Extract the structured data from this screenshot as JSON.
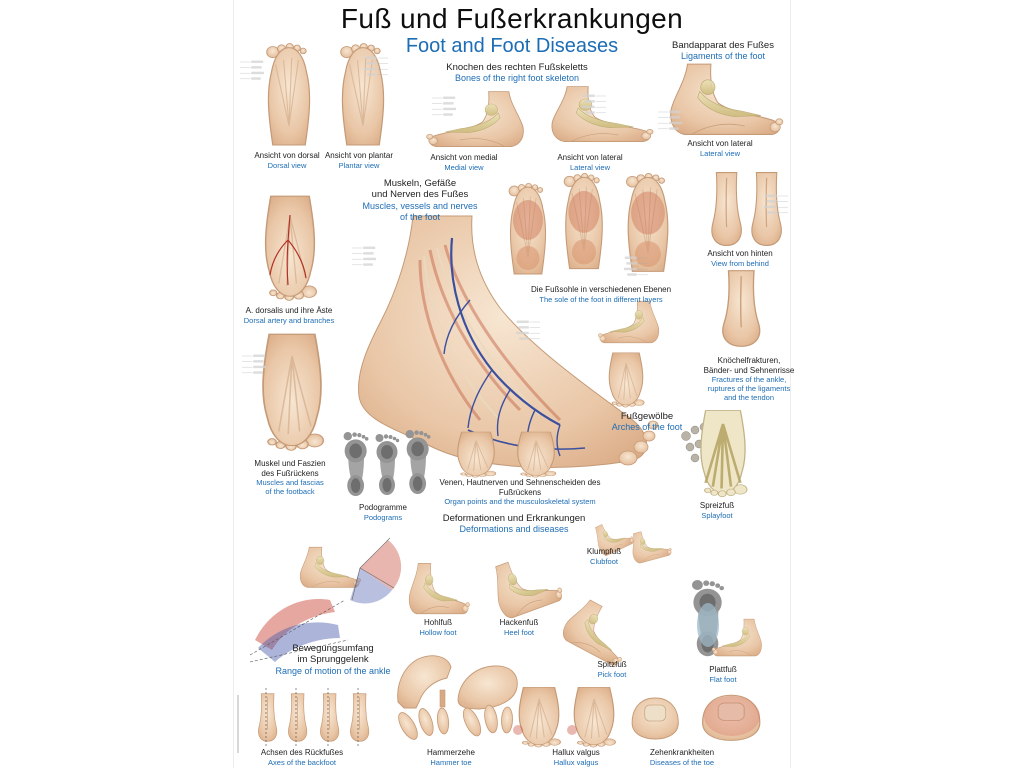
{
  "poster": {
    "title": {
      "de": "Fuß und Fußerkrankungen",
      "en": "Foot and Foot Diseases"
    },
    "colors": {
      "german_text": "#1e1e1e",
      "english_text": "#1d6db5",
      "skin": "#e9c6a6",
      "bone": "#d6c98e",
      "artery_red": "#b23125",
      "vein_blue": "#3c4f9f",
      "muscle_red": "#c05a3e",
      "podogram_gray": "#949494",
      "background": "#ffffff"
    },
    "sections": {
      "ligaments": {
        "de": "Bandapparat des Fußes",
        "en": "Ligaments of the foot"
      },
      "bones": {
        "de": "Knochen des rechten Fußskeletts",
        "en": "Bones of the right foot skeleton"
      },
      "dorsal_view": {
        "de": "Ansicht von dorsal",
        "en": "Dorsal view"
      },
      "plantar_view": {
        "de": "Ansicht von plantar",
        "en": "Plantar view"
      },
      "medial_view": {
        "de": "Ansicht von medial",
        "en": "Medial view"
      },
      "lateral_view_bones": {
        "de": "Ansicht von lateral",
        "en": "Lateral view"
      },
      "lateral_view_ligaments": {
        "de": "Ansicht von lateral",
        "en": "Lateral view"
      },
      "muscles": {
        "de": "Muskeln, Gefäße\nund Nerven des Fußes",
        "en": "Muscles, vessels and nerves\nof the foot"
      },
      "dorsal_artery": {
        "de": "A. dorsalis und ihre Äste",
        "en": "Dorsal artery and branches"
      },
      "behind_view": {
        "de": "Ansicht von hinten",
        "en": "View from behind"
      },
      "sole_layers": {
        "de": "Die Fußsohle in verschiedenen Ebenen",
        "en": "The sole of the foot in different layers"
      },
      "fractures": {
        "de": "Knöchelfrakturen,\nBänder- und Sehnenrisse",
        "en": "Fractures of the ankle,\nruptures of the ligaments\nand the tendon"
      },
      "arches": {
        "de": "Fußgewölbe",
        "en": "Arches of the foot"
      },
      "fascias": {
        "de": "Muskel und Faszien\ndes Fußrückens",
        "en": "Muscles and fascias\nof the footback"
      },
      "podograms": {
        "de": "Podogramme",
        "en": "Podograms"
      },
      "veins": {
        "de": "Venen, Hautnerven und Sehnenscheiden des Fußrückens",
        "en": "Organ points and the musculoskeletal system"
      },
      "deformations": {
        "de": "Deformationen und Erkrankungen",
        "en": "Deformations and diseases"
      },
      "splayfoot": {
        "de": "Spreizfuß",
        "en": "Splayfoot"
      },
      "clubfoot": {
        "de": "Klumpfuß",
        "en": "Clubfoot"
      },
      "hollow_foot": {
        "de": "Hohlfuß",
        "en": "Hollow foot"
      },
      "heel_foot": {
        "de": "Hackenfuß",
        "en": "Heel foot"
      },
      "rom_ankle": {
        "de": "Bewegungsumfang\nim Sprunggelenk",
        "en": "Range of motion of the ankle"
      },
      "pick_foot": {
        "de": "Spitzfuß",
        "en": "Pick foot"
      },
      "flat_foot": {
        "de": "Plattfuß",
        "en": "Flat foot"
      },
      "axes": {
        "de": "Achsen des Rückfußes",
        "en": "Axes of the backfoot"
      },
      "hammer_toe": {
        "de": "Hammerzehe",
        "en": "Hammer toe"
      },
      "hallux": {
        "de": "Hallux valgus",
        "en": "Hallux valgus"
      },
      "toe_diseases": {
        "de": "Zehenkrankheiten",
        "en": "Diseases of the toe"
      }
    }
  }
}
